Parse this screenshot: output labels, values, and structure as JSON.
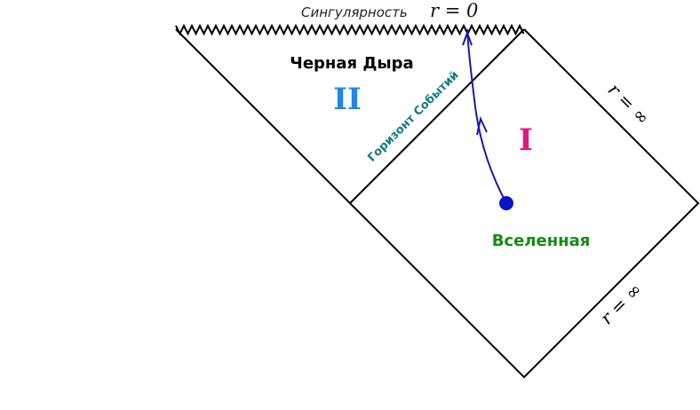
{
  "singularity": {
    "label": "Сингулярность",
    "equation": "r = 0"
  },
  "regions": {
    "black_hole": {
      "title": "Черная Дыра",
      "numeral": "II",
      "numeral_color": "#1E88E5"
    },
    "universe": {
      "title": "Вселенная",
      "title_color": "#138A13",
      "numeral": "I",
      "numeral_color": "#E0197D"
    }
  },
  "horizon": {
    "label": "Горизонт Событий",
    "color": "#137A7F"
  },
  "infinity_labels": {
    "upper": "r = ∞",
    "lower": "r = ∞"
  },
  "worldline": {
    "color": "#1A1AA6",
    "marker_color": "#0A14C8"
  }
}
